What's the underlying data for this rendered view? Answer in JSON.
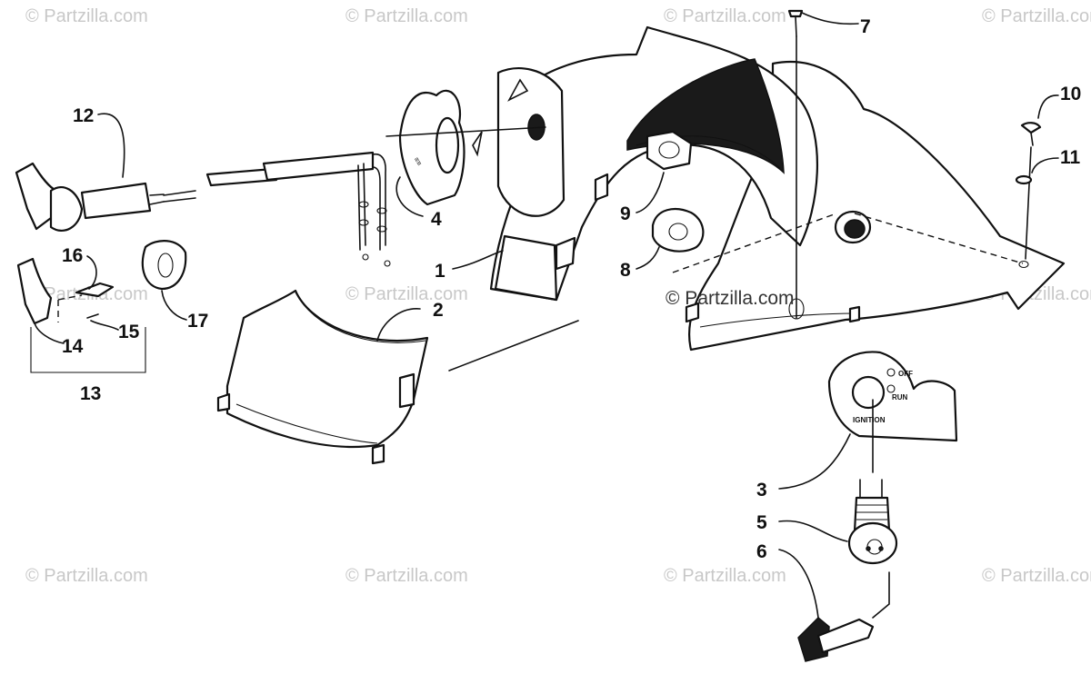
{
  "diagram": {
    "callouts": [
      "1",
      "2",
      "3",
      "4",
      "5",
      "6",
      "7",
      "8",
      "9",
      "10",
      "11",
      "12",
      "13",
      "14",
      "15",
      "16",
      "17"
    ],
    "watermark": "© Partzilla.com",
    "decal_text": {
      "off": "OFF",
      "run": "RUN",
      "ignition": "IGNITION"
    }
  }
}
